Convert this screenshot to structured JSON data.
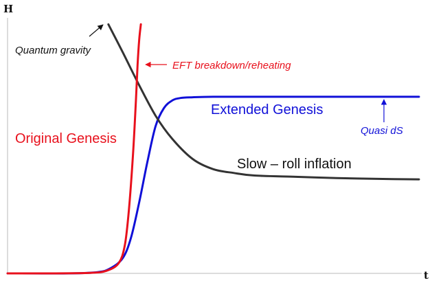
{
  "chart_data": {
    "type": "line",
    "xlabel": "t",
    "ylabel": "H",
    "grid": false,
    "legend": "none",
    "x_range": [
      0,
      1
    ],
    "y_range": [
      0,
      1
    ],
    "series": [
      {
        "name": "Original Genesis",
        "color": "#e8101c",
        "x": [
          0.0,
          0.1,
          0.2,
          0.24,
          0.27,
          0.285,
          0.295,
          0.305,
          0.312,
          0.316,
          0.32,
          0.324
        ],
        "y": [
          0.0,
          0.0,
          0.002,
          0.01,
          0.04,
          0.11,
          0.25,
          0.47,
          0.68,
          0.82,
          0.92,
          0.98
        ]
      },
      {
        "name": "Extended Genesis",
        "color": "#1010d8",
        "x": [
          0.0,
          0.15,
          0.22,
          0.25,
          0.28,
          0.3,
          0.32,
          0.34,
          0.36,
          0.38,
          0.4,
          0.42,
          0.45,
          0.5,
          0.6,
          1.0
        ],
        "y": [
          0.0,
          0.0,
          0.005,
          0.02,
          0.06,
          0.14,
          0.28,
          0.44,
          0.58,
          0.65,
          0.68,
          0.69,
          0.693,
          0.695,
          0.695,
          0.695
        ]
      },
      {
        "name": "Slow – roll inflation",
        "color": "#333333",
        "x": [
          0.245,
          0.28,
          0.32,
          0.36,
          0.4,
          0.45,
          0.5,
          0.55,
          0.6,
          0.7,
          0.8,
          0.9,
          1.0
        ],
        "y": [
          0.98,
          0.87,
          0.74,
          0.62,
          0.53,
          0.45,
          0.41,
          0.395,
          0.385,
          0.38,
          0.375,
          0.372,
          0.37
        ]
      }
    ],
    "annotations": [
      {
        "text": "Quantum gravity",
        "color": "#111111"
      },
      {
        "text": "EFT breakdown/reheating",
        "color": "#e8101c"
      },
      {
        "text": "Original Genesis",
        "color": "#e8101c"
      },
      {
        "text": "Extended Genesis",
        "color": "#1010d8"
      },
      {
        "text": "Quasi dS",
        "color": "#1010d8"
      },
      {
        "text": "Slow – roll inflation",
        "color": "#111111"
      }
    ]
  }
}
